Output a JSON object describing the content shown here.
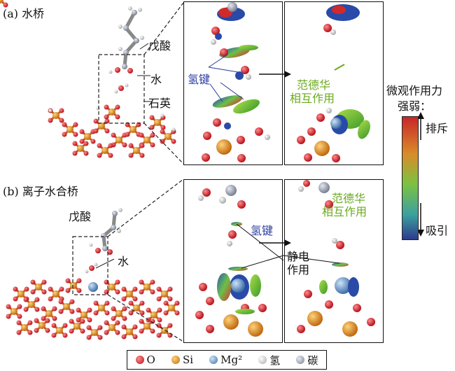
{
  "panel_a": {
    "title": "(a) 水桥",
    "acid_label": "戊酸",
    "water_label": "水",
    "quartz_label": "石英",
    "hbond_label": "氢键",
    "vdw_label_line1": "范德华",
    "vdw_label_line2": "相互作用"
  },
  "panel_b": {
    "title": "(b) 离子水合桥",
    "acid_label": "戊酸",
    "water_label": "水",
    "hbond_label": "氢键",
    "electrostatic_line1": "静电",
    "electrostatic_line2": "作用",
    "vdw_label_line1": "范德华",
    "vdw_label_line2": "相互作用"
  },
  "colorbar": {
    "title_line1": "微观作用力",
    "title_line2": "强弱：",
    "top_label": "排斥",
    "bottom_label": "吸引",
    "colors": [
      "#c8262a",
      "#7cc242",
      "#2e3a8c"
    ]
  },
  "legend": {
    "items": [
      {
        "label": "O",
        "color": "#d0202a"
      },
      {
        "label": "Si",
        "color": "#e08a1e"
      },
      {
        "label": "Mg²",
        "color": "#6f9fd0"
      },
      {
        "label": "氢",
        "color": "#e6e6e6"
      },
      {
        "label": "碳",
        "color": "#a0a6b8"
      }
    ]
  }
}
